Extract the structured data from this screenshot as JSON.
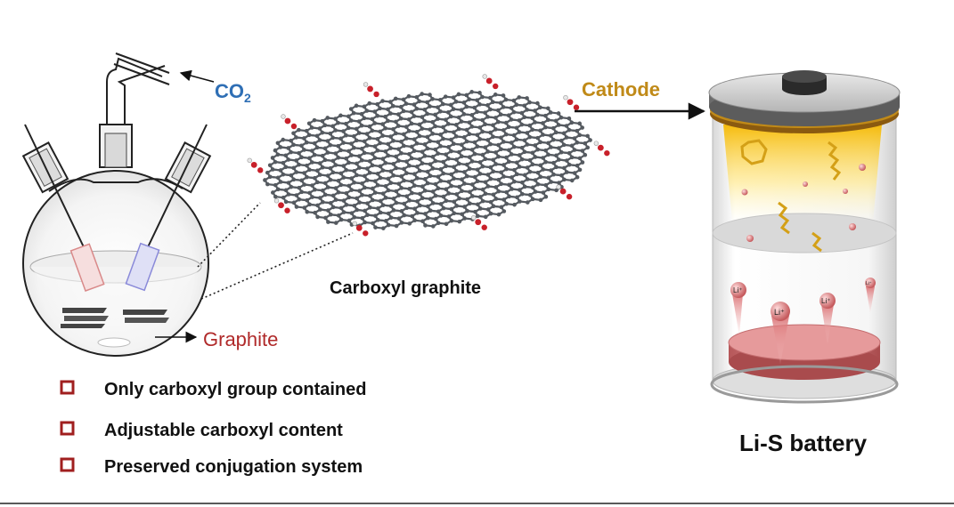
{
  "labels": {
    "co2_main": "CO",
    "co2_sub": "2",
    "graphite": "Graphite",
    "carboxyl_graphite": "Carboxyl graphite",
    "cathode": "Cathode",
    "battery": "Li-S battery",
    "li_ion": "Li⁺"
  },
  "features": [
    {
      "text": "Only carboxyl group contained"
    },
    {
      "text": "Adjustable carboxyl content"
    },
    {
      "text": "Preserved conjugation system"
    }
  ],
  "colors": {
    "co2": "#2f6fb5",
    "graphite": "#b02a2a",
    "cathode": "#c08a18",
    "bullet": "#a01f1f",
    "carbon_atom": "#555a60",
    "oxygen_atom": "#c8202a",
    "hydrogen_atom": "#e8e8e8",
    "anode": "#d9787a",
    "cap": "#9a9a9a"
  }
}
